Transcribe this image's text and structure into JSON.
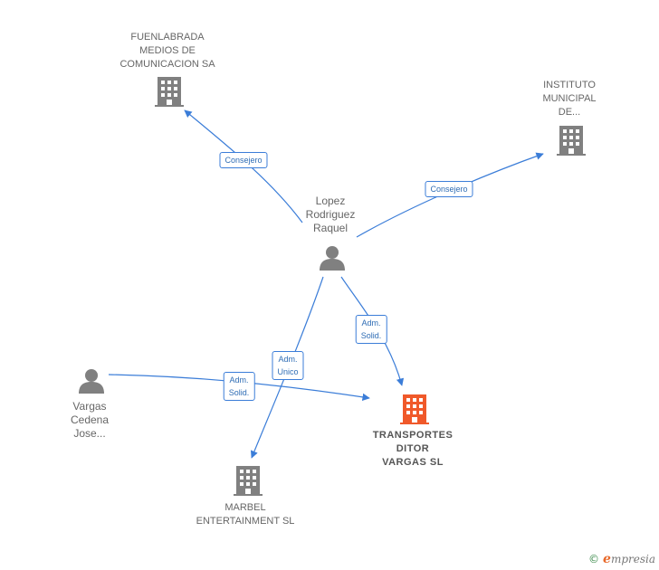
{
  "nodes": {
    "fuenlabrada": {
      "label": "FUENLABRADA\nMEDIOS DE\nCOMUNICACION SA",
      "type": "company",
      "color": "#808080"
    },
    "instituto": {
      "label": "INSTITUTO\nMUNICIPAL\nDE...",
      "type": "company",
      "color": "#808080"
    },
    "lopez": {
      "label": "Lopez\nRodriguez\nRaquel",
      "type": "person",
      "color": "#808080"
    },
    "vargas": {
      "label": "Vargas\nCedena\nJose...",
      "type": "person",
      "color": "#808080"
    },
    "transportes": {
      "label": "TRANSPORTES\nDITOR\nVARGAS  SL",
      "type": "company",
      "color": "#f0592a"
    },
    "marbel": {
      "label": "MARBEL\nENTERTAINMENT SL",
      "type": "company",
      "color": "#808080"
    }
  },
  "edges": [
    {
      "id": "consejero-1",
      "label": "Consejero"
    },
    {
      "id": "consejero-2",
      "label": "Consejero"
    },
    {
      "id": "adm-solid-1",
      "label": "Adm.\nSolid."
    },
    {
      "id": "adm-unico",
      "label": "Adm.\nUnico"
    },
    {
      "id": "adm-solid-2",
      "label": "Adm.\nSolid."
    }
  ],
  "colors": {
    "edge": "#3b7dd8",
    "accent": "#f0592a"
  },
  "brand": {
    "copyright": "©",
    "initial": "e",
    "rest": "mpresia"
  }
}
